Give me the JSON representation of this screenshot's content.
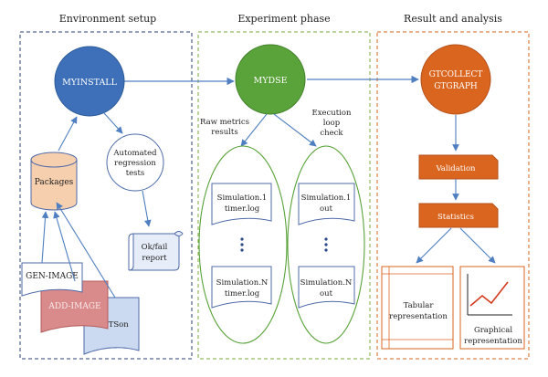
{
  "sections": {
    "env": "Environment setup",
    "exp": "Experiment phase",
    "res": "Result and analysis"
  },
  "nodes": {
    "myinstall": "MYINSTALL",
    "mydse": "MYDSE",
    "gtcollect": [
      "GTCOLLECT",
      "GTGRAPH"
    ],
    "packages": "Packages",
    "regression": [
      "Automated",
      "regression",
      "tests"
    ],
    "okfail": [
      "Ok/fail",
      "report"
    ],
    "gen_image": "GEN-IMAGE",
    "add_image": "ADD-IMAGE",
    "cotson": "COTSon",
    "raw_metrics": [
      "Raw metrics",
      "results"
    ],
    "exec_loop": [
      "Execution",
      "loop",
      "check"
    ],
    "sim1_timer": [
      "Simulation.1",
      "timer.log"
    ],
    "simN_timer": [
      "Simulation.N",
      "timer.log"
    ],
    "sim1_out": [
      "Simulation.1",
      "out"
    ],
    "simN_out": [
      "Simulation.N",
      "out"
    ],
    "validation": "Validation",
    "statistics": "Statistics",
    "tabular": [
      "Tabular",
      "representation"
    ],
    "graphical": [
      "Graphical",
      "representation"
    ]
  },
  "colors": {
    "blue": "#3d70b8",
    "blue_stroke": "#2c5a97",
    "orange": "#d9651f",
    "orange_stroke": "#b5501a",
    "green": "#5aa23a",
    "peach": "#f6cfae",
    "add_image": "#d98a8a",
    "cotson": "#cbdaf0",
    "scroll": "#e6ecf8",
    "arrow": "#4f7fc0",
    "chart_line": "#d23a1f"
  }
}
